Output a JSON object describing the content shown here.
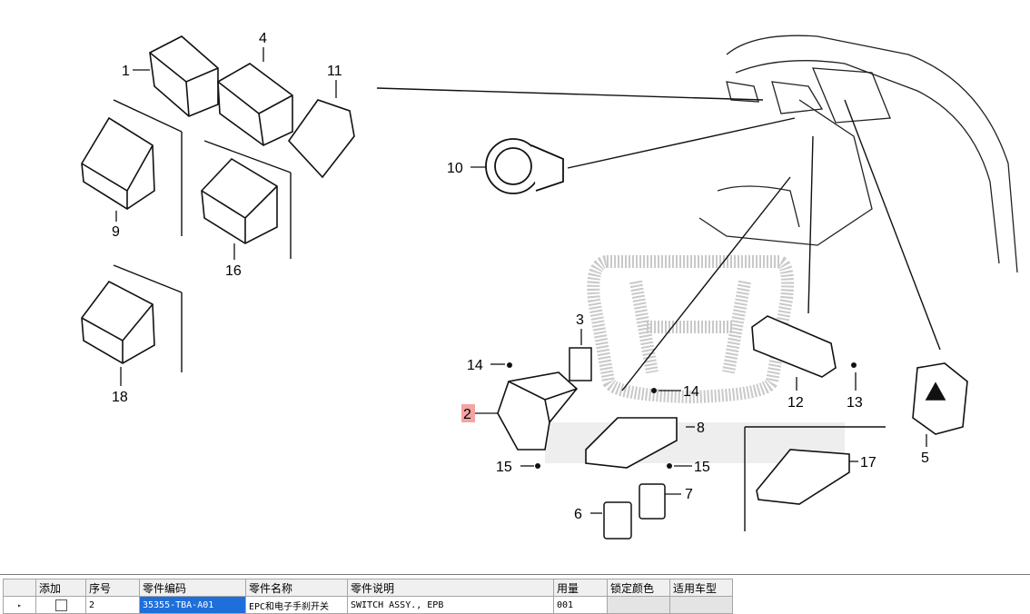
{
  "diagram": {
    "callouts": [
      {
        "id": "c1",
        "label": "1"
      },
      {
        "id": "c2",
        "label": "2"
      },
      {
        "id": "c3",
        "label": "3"
      },
      {
        "id": "c4",
        "label": "4"
      },
      {
        "id": "c5",
        "label": "5"
      },
      {
        "id": "c6",
        "label": "6"
      },
      {
        "id": "c7",
        "label": "7"
      },
      {
        "id": "c8",
        "label": "8"
      },
      {
        "id": "c9",
        "label": "9"
      },
      {
        "id": "c10",
        "label": "10"
      },
      {
        "id": "c11",
        "label": "11"
      },
      {
        "id": "c12",
        "label": "12"
      },
      {
        "id": "c13",
        "label": "13"
      },
      {
        "id": "c14a",
        "label": "14"
      },
      {
        "id": "c14b",
        "label": "14"
      },
      {
        "id": "c15a",
        "label": "15"
      },
      {
        "id": "c15b",
        "label": "15"
      },
      {
        "id": "c16",
        "label": "16"
      },
      {
        "id": "c17",
        "label": "17"
      },
      {
        "id": "c18",
        "label": "18"
      }
    ],
    "highlighted_callout": "2",
    "highlight_color": "#f4a3a3"
  },
  "grid": {
    "columns": [
      "",
      "添加",
      "序号",
      "零件编码",
      "零件名称",
      "零件说明",
      "用量",
      "锁定颜色",
      "适用车型"
    ],
    "rows": [
      {
        "indicator": "▸",
        "add_checked": false,
        "seq": "2",
        "part_code": "35355-TBA-A01",
        "part_name": "EPC和电子手刹开关",
        "part_desc": "SWITCH ASSY., EPB",
        "qty": "001",
        "lock_color": "",
        "model": ""
      }
    ],
    "selection_color": "#1e6fd9"
  }
}
